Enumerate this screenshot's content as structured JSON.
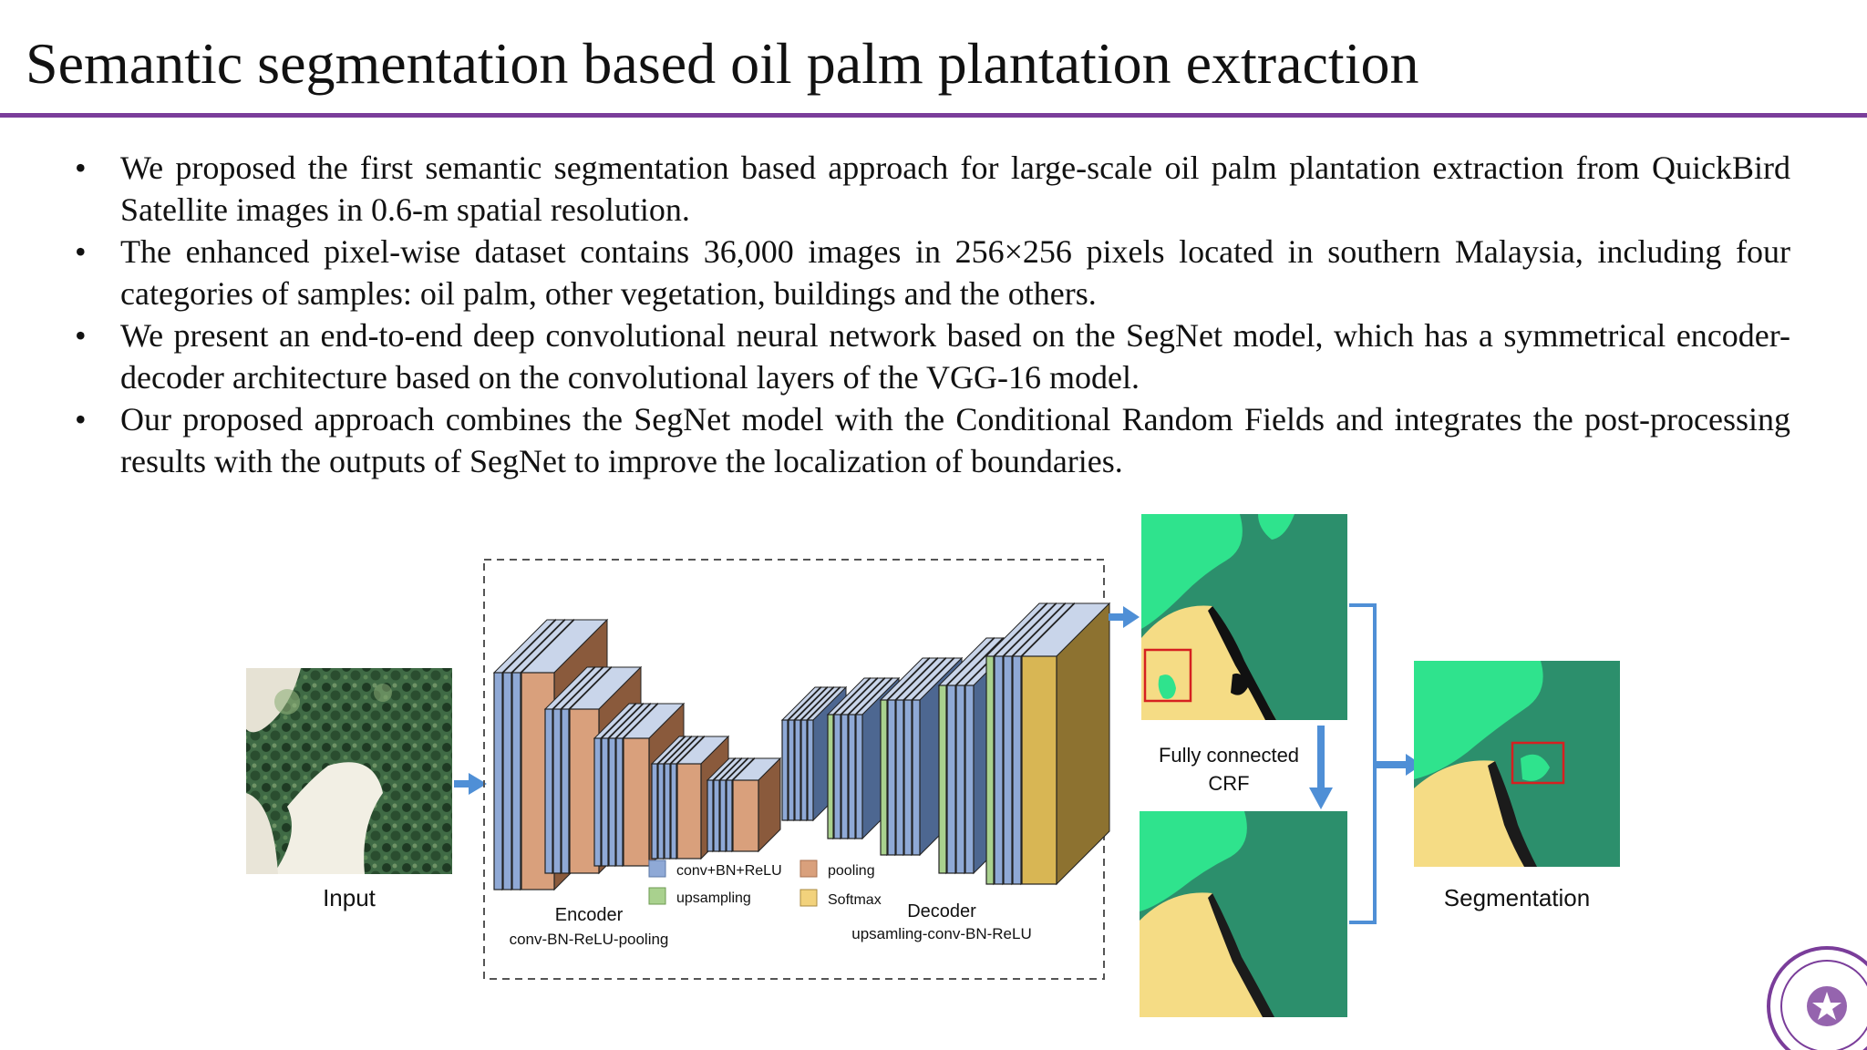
{
  "slide": {
    "title": "Semantic segmentation based oil palm plantation extraction",
    "bullets": [
      "We proposed the first semantic segmentation based approach for large-scale oil palm plantation extraction from QuickBird Satellite images in 0.6-m spatial resolution.",
      "The enhanced pixel-wise dataset contains 36,000 images in 256×256 pixels located in southern Malaysia, including four categories of samples: oil palm, other vegetation, buildings and the others.",
      "We present an end-to-end deep convolutional neural network based on the SegNet model, which has a symmetrical encoder-decoder architecture based on the convolutional layers of the VGG-16 model.",
      "Our proposed approach combines the SegNet model with the Conditional Random Fields and integrates the post-processing results with the outputs of SegNet to improve the localization of boundaries."
    ]
  },
  "diagram": {
    "input_label": "Input",
    "encoder_label": "Encoder",
    "encoder_sub": "conv-BN-ReLU-pooling",
    "decoder_label": "Decoder",
    "decoder_sub": "upsamling-conv-BN-ReLU",
    "legend": [
      {
        "label": "conv+BN+ReLU",
        "color": "#8fa9d6"
      },
      {
        "label": "pooling",
        "color": "#d9a07c"
      },
      {
        "label": "upsampling",
        "color": "#a9d18e"
      },
      {
        "label": "Softmax",
        "color": "#d8b654"
      }
    ],
    "crf_label_1": "Fully connected",
    "crf_label_2": "CRF",
    "segmentation_label": "Segmentation"
  },
  "colors": {
    "title_rule": "#7a3d9a",
    "arrow": "#4f8fd6",
    "oil_palm": "#2c8f6c",
    "vegetation": "#2fe38d",
    "other": "#f5dc85",
    "highlight_box": "#d62020"
  }
}
